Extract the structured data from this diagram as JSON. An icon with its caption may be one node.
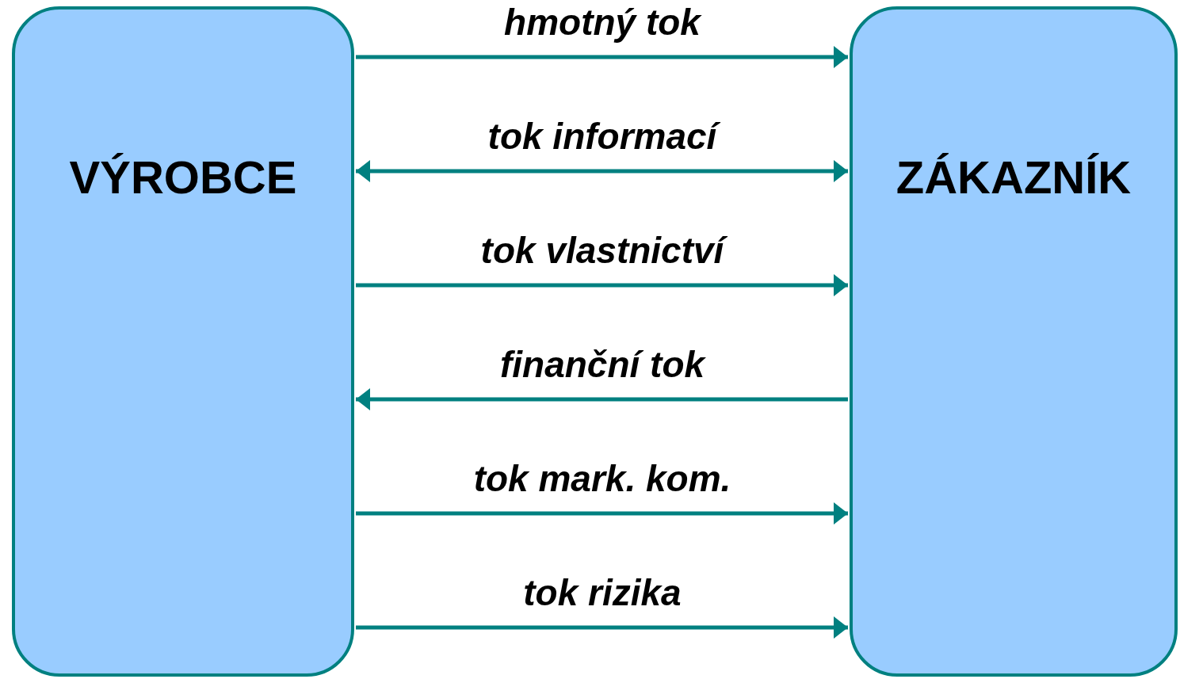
{
  "diagram": {
    "nodes": [
      {
        "text": [
          "VÝROBCE"
        ]
      },
      {
        "text": [
          "ZÁKAZNÍK"
        ]
      }
    ],
    "edges": [
      {
        "from": 0,
        "to": 1,
        "arrow": "to",
        "label": "hmotný tok"
      },
      {
        "from": 0,
        "to": 1,
        "arrow": "both",
        "label": "tok informací"
      },
      {
        "from": 0,
        "to": 1,
        "arrow": "to",
        "label": "tok vlastnictví"
      },
      {
        "from": 1,
        "to": 0,
        "arrow": "to",
        "label": "finanční tok"
      },
      {
        "from": 0,
        "to": 1,
        "arrow": "to",
        "label": "tok mark. kom."
      },
      {
        "from": 0,
        "to": 1,
        "arrow": "to",
        "label": "tok rizika"
      }
    ]
  }
}
